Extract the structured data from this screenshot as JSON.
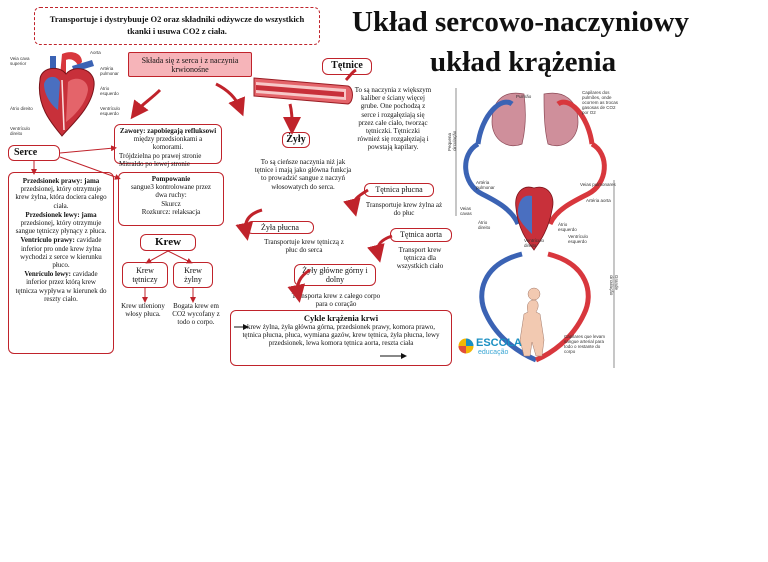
{
  "title": {
    "line1": "Układ sercowo-naczyniowy",
    "line2": "układ krążenia"
  },
  "intro": "Transportuje i dystrybuuje O2 oraz składniki odżywcze do wszystkich tkanki i usuwa CO2 z ciała.",
  "heart_labels": {
    "vcs": "Veia cava superior",
    "aorta": "Aorta",
    "arteria": "Artéria pulmonar",
    "atrio_esq": "Átrio esquerdo",
    "atrio_dir": "Átrio direito",
    "vent_esq": "Ventrículo esquerdo",
    "vent_dir": "Ventrículo direito"
  },
  "composition": "Składa się z serca i z naczynia krwionośne",
  "serce": {
    "label": "Serce",
    "zawory_title": "Zawory: zapobiegają refluksowi",
    "zawory_lines": [
      "między przedsionkami a komorami.",
      "Trójdzielna po prawej stronie",
      "Mitraldo po lewej stronie"
    ],
    "pompowanie_title": "Pompowanie",
    "pompowanie_lines": [
      "sangue3 kontrolowane przez",
      "dwa ruchy:",
      "Skurcz",
      "Rozkurcz: relaksacja"
    ],
    "chambers": [
      {
        "title": "Przedsionek prawy: jama",
        "text": "przedsionej, który otrzymuje krew żylna, która dociera całego ciała."
      },
      {
        "title": "Przedsionek lewy: jama",
        "text": "przedsionej, który otrzymuje sangue tętniczy płynący z płuca."
      },
      {
        "title": "Ventriculo prawy:",
        "text": "cavidade inferior pro onde krew żylna wychodzi z serce w kierunku płuco."
      },
      {
        "title": "Venrículo lewy:",
        "text": "cavidade inferior przez którą krew tętnicza wypływa w kierunek do reszty ciało."
      }
    ]
  },
  "krew": {
    "label": "Krew",
    "tetniczy": "Krew tętniczy",
    "zylny": "Krew żylny",
    "tetniczy_desc": "Krew utleniony włosy płuca.",
    "zylny_desc": "Bogata krew em CO2 wycofany z todo o corpo."
  },
  "tetnice": {
    "label": "Tętnice",
    "text": "To są naczynia z większym kaliber e ściany więcej grube. One pochodzą z serce i rozgałęziają się przez całe ciało, tworząc tętniczki. Tętniczki również się rozgałęziają i powstają kapilary."
  },
  "zyly": {
    "label": "Żyły",
    "text": "To są cieńsze naczynia niż jak tętnice i mają jako główna funkcja to prowadzić sangue z naczyń włosowatych do serca."
  },
  "zyla_plucna": {
    "label": "Żyła płucna",
    "text": "Transportuje krew tętniczą z płuc do serca"
  },
  "zyly_glowne": {
    "label": "Żyły główne górny i dolny",
    "text": "Transporta krew z całego corpo para o coração"
  },
  "tetnica_plucna": {
    "label": "Tętnica płucna",
    "text": "Transportuje krew żylna aż do płuc"
  },
  "tetnica_aorta": {
    "label": "Tętnica aorta",
    "text": "Transport krew tętnicza dla wszystkich ciało"
  },
  "cycle": {
    "title": "Cykle krążenia krwi",
    "text": "krew żylna, żyła główna górna, przedsionek prawy, komora prawo, tętnica płucna, płuca, wymiana gazów, krew tętnica, żyła płucna, lewy przedsionek, lewa komora tętnica aorta, reszta ciała"
  },
  "circ_labels": {
    "pulmao": "Pulmão",
    "pulmonar": "Pequena circulação",
    "capilares_top": "Capilares dos pulmões, onde ocorrem as trocas gasosas de CO2 por O2",
    "arteria_pulmonar": "Artéria pulmonar",
    "veias_pulmonares": "Veias pulmonares",
    "arteria_aorta": "Artéria aorta",
    "veias_cavas": "Veias cavas",
    "atrio_dir": "Átrio direito",
    "vent_dir": "Ventrículo direito",
    "atrio_esq": "Átrio esquerdo",
    "vent_esq": "Ventrículo esquerdo",
    "grande": "Grande circulação",
    "capilares_bottom": "Capilares que levam sangue arterial para todo o restante do corpo"
  },
  "logo": {
    "name": "ESCOLA",
    "sub": "educação"
  },
  "colors": {
    "accent": "#c0232b",
    "pink": "#f6b4b9",
    "venous": "#3b63b4",
    "arterial": "#d8373d"
  }
}
